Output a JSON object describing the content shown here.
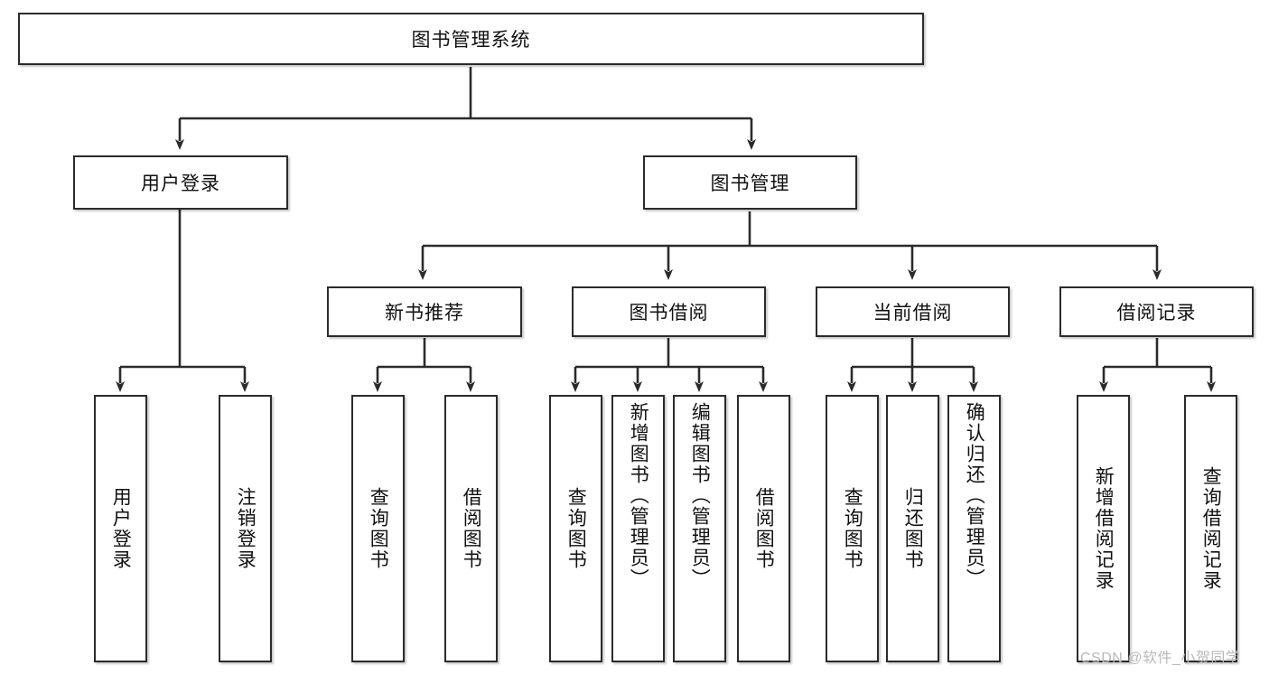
{
  "diagram": {
    "title": "图书管理系统",
    "type": "tree",
    "root": {
      "label": "图书管理系统"
    },
    "level2": [
      {
        "label": "用户登录"
      },
      {
        "label": "图书管理"
      }
    ],
    "level3": [
      {
        "label": "新书推荐"
      },
      {
        "label": "图书借阅"
      },
      {
        "label": "当前借阅"
      },
      {
        "label": "借阅记录"
      }
    ],
    "leaves": {
      "user_login": [
        {
          "label": "用户登录"
        },
        {
          "label": "注销登录"
        }
      ],
      "new_book_recommend": [
        {
          "label": "查询图书"
        },
        {
          "label": "借阅图书"
        }
      ],
      "book_borrow": [
        {
          "label": "查询图书"
        },
        {
          "label": "新增图书（管理员）"
        },
        {
          "label": "编辑图书（管理员）"
        },
        {
          "label": "借阅图书"
        }
      ],
      "current_borrow": [
        {
          "label": "查询图书"
        },
        {
          "label": "归还图书"
        },
        {
          "label": "确认归还（管理员）"
        }
      ],
      "borrow_record": [
        {
          "label": "新增借阅记录"
        },
        {
          "label": "查询借阅记录"
        }
      ]
    }
  },
  "watermark": {
    "text": "CSDN @软件_小贺同学"
  },
  "colors": {
    "border": "#2b2b2b",
    "background": "#ffffff",
    "text": "#111111",
    "watermark": "#b9b9b9",
    "connector": "#2b2b2b"
  }
}
